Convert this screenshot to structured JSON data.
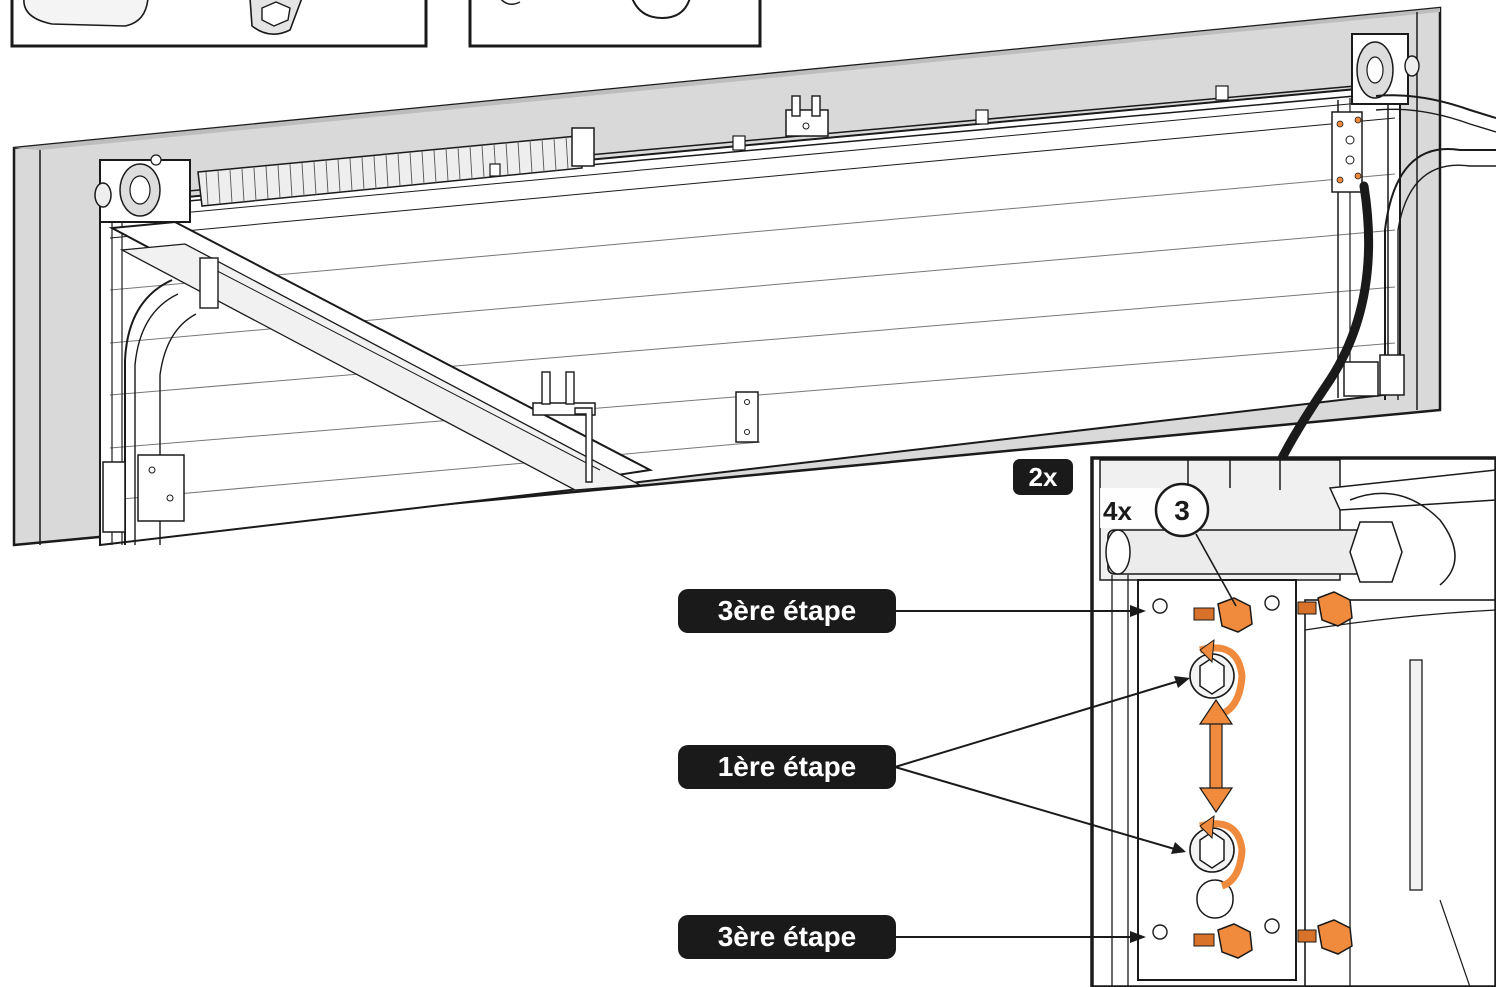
{
  "labels": {
    "step_top": "3ère étape",
    "step_middle": "1ère étape",
    "step_bottom": "3ère étape"
  },
  "detail": {
    "multiplier_badge": "2x",
    "screw_quantity": "4x",
    "part_number": "3"
  },
  "colors": {
    "outline": "#1a1a1a",
    "wall": "#d9d9d9",
    "panel": "#ffffff",
    "highlight": "#f08a3c",
    "label_bg": "#1a1a1a",
    "label_text": "#ffffff"
  }
}
